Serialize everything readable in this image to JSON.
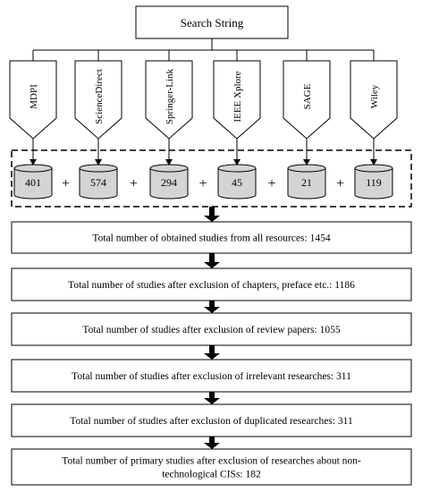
{
  "header": {
    "label": "Search String"
  },
  "sources": [
    {
      "name": "MDPI",
      "count": "401"
    },
    {
      "name": "ScienceDirect",
      "count": "574"
    },
    {
      "name": "Springer-Link",
      "count": "294"
    },
    {
      "name": "IEEE Xplore",
      "count": "45"
    },
    {
      "name": "SAGE",
      "count": "21"
    },
    {
      "name": "Wiley",
      "count": "119"
    }
  ],
  "plus_sign": "+",
  "steps": [
    {
      "lines": [
        "Total number of obtained studies from all resources: 1454"
      ]
    },
    {
      "lines": [
        "Total number of studies after exclusion of chapters, preface etc.: 1186"
      ]
    },
    {
      "lines": [
        "Total number of studies after exclusion of review papers: 1055"
      ]
    },
    {
      "lines": [
        "Total number of studies after exclusion of irrelevant researches: 311"
      ]
    },
    {
      "lines": [
        "Total number of studies after exclusion of duplicated researches: 311"
      ]
    },
    {
      "lines": [
        "Total number of primary studies after exclusion of researches about non-",
        "technological CISs: 182"
      ]
    }
  ],
  "colors": {
    "stroke": "#000000",
    "box_fill": "#ffffff",
    "cylinder_fill": "#d4d4d4",
    "arrow": "#000000"
  }
}
